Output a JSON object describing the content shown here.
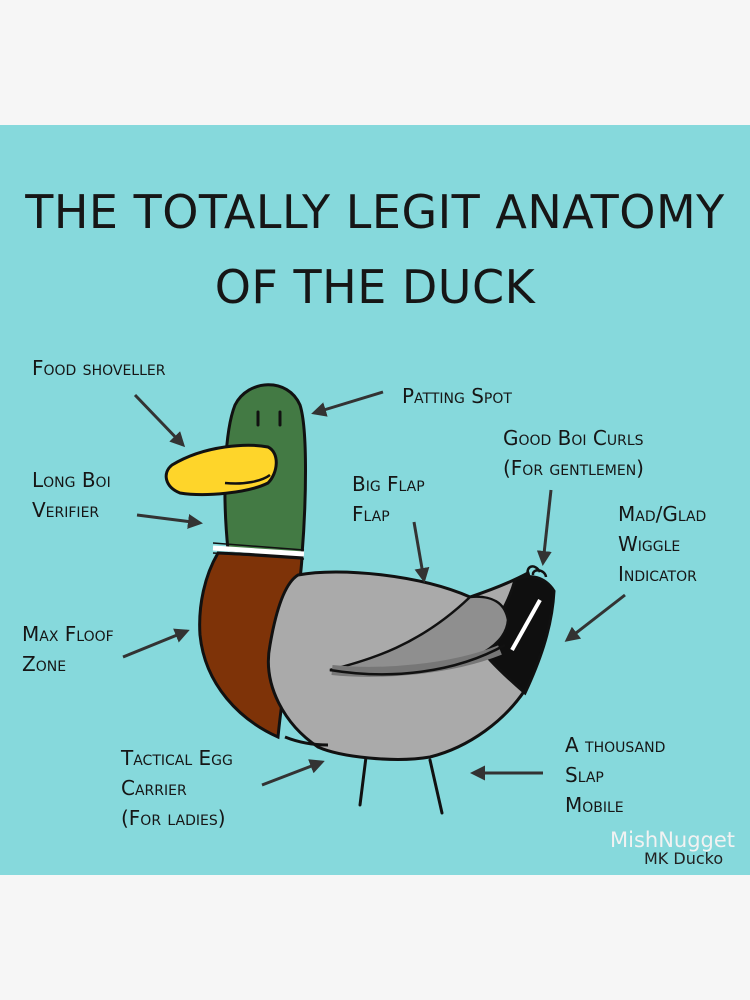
{
  "title_line1": "THE TOTALLY LEGIT ANATOMY",
  "title_line2": "OF THE DUCK",
  "labels": {
    "food_shoveller": "Food shoveller",
    "patting_spot": "Patting Spot",
    "long_boi_verifier": [
      "Long Boi",
      "Verifier"
    ],
    "big_flap_flap": [
      "Big Flap",
      "Flap"
    ],
    "good_boi_curls": [
      "Good Boi Curls",
      "(For gentlemen)"
    ],
    "mad_glad_wiggle": [
      "Mad/Glad",
      "Wiggle",
      "Indicator"
    ],
    "max_floof_zone": [
      "Max Floof",
      "Zone"
    ],
    "tactical_egg_carrier": [
      "Tactical Egg",
      "Carrier",
      "(For ladies)"
    ],
    "thousand_slap_mobile": [
      "A thousand",
      "Slap",
      "Mobile"
    ]
  },
  "watermark": {
    "artist": "MishNugget",
    "credit": "MK Ducko"
  },
  "colors": {
    "background": "#86d9dc",
    "head": "#437a44",
    "beak": "#fed52a",
    "chest": "#7e3308",
    "body": "#aaaaaa",
    "tail_black": "#0f0f0f",
    "text": "#161616"
  }
}
